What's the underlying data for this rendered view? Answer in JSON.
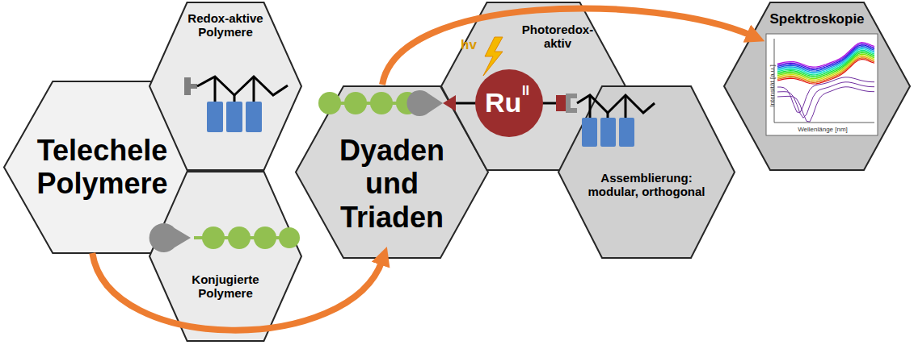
{
  "diagram": {
    "nodes": [
      {
        "text": [
          "Telechele Polymere"
        ]
      },
      {
        "text": [
          "Redox-aktive Polymere"
        ]
      },
      {
        "text": [
          "Konjugierte Polymere"
        ]
      },
      {
        "text": [
          "Dyaden und Triaden"
        ]
      },
      {
        "text": [
          "Photoredox-aktiv"
        ]
      },
      {
        "text": [
          "Ru",
          "II"
        ]
      },
      {
        "text": [
          "Assemblierung: modular, orthogonal"
        ]
      },
      {
        "text": [
          "Spektroskopie"
        ]
      }
    ],
    "edges": [
      {
        "from": 0,
        "to": 3,
        "arrow": "to"
      },
      {
        "from": 3,
        "to": 7,
        "arrow": "to"
      }
    ],
    "labels": [
      "hv",
      "Intensität [a.u.]",
      "Wellenlänge [nm]"
    ]
  }
}
